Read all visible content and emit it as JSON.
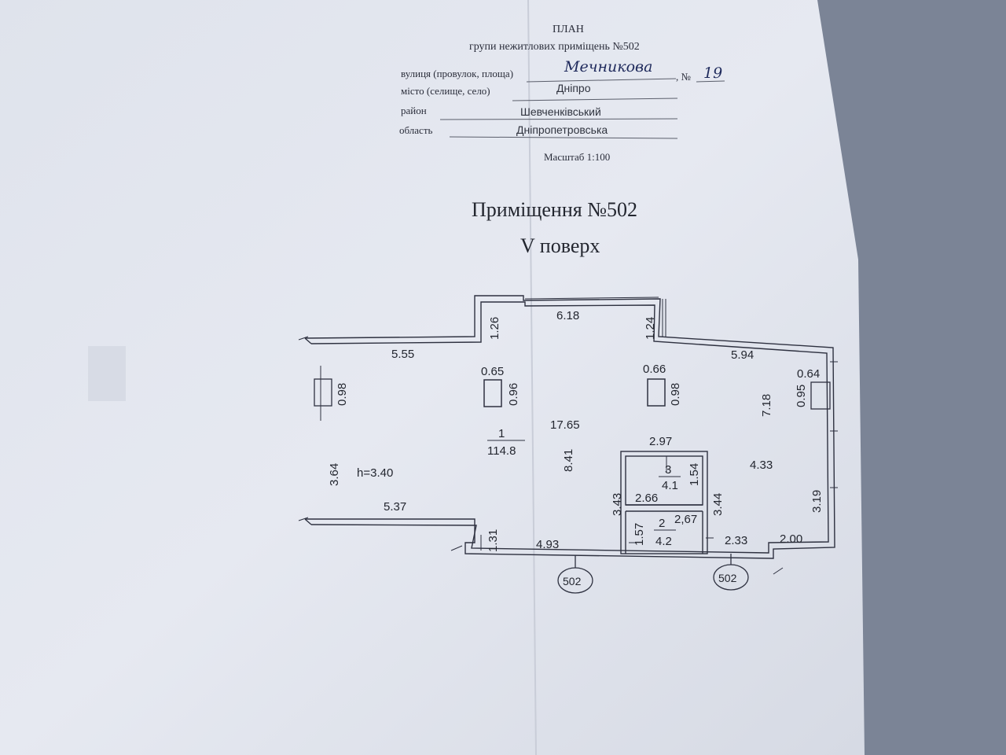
{
  "header": {
    "title": "ПЛАН",
    "subtitle": "групи нежитлових приміщень №502",
    "street_label": "вулиця (провулок, площа)",
    "street_value": "Мечникова",
    "number_label": ", №",
    "number_value": "19",
    "city_label": "місто (селище, село)",
    "city_value": "Дніпро",
    "district_label": "район",
    "district_value": "Шевченківський",
    "region_label": "область",
    "region_value": "Дніпропетровська",
    "scale": "Масштаб 1:100"
  },
  "room_title": "Приміщення №502",
  "floor": "V поверх",
  "plan": {
    "height_label": "h=3.40",
    "room1": {
      "number": "1",
      "area": "114.8"
    },
    "room2": {
      "number": "2",
      "area": "4.2"
    },
    "room3": {
      "number": "3",
      "area": "4.1"
    },
    "dimensions": {
      "left_top_wall": "5.55",
      "bay_depth_left": "1.26",
      "bay_width": "6.18",
      "bay_depth_right": "1.24",
      "right_top_wall": "5.94",
      "left_window_height": "0.98",
      "left_lower_wall": "3.64",
      "notch_wall": "5.37",
      "notch_depth": "1.31",
      "bottom_wall": "4.93",
      "column1_w": "0.65",
      "column1_h": "0.96",
      "column2_w": "0.66",
      "column2_h": "0.98",
      "column3_w": "0.64",
      "column3_h": "0.95",
      "right_upper_wall": "7.18",
      "right_lower_wall": "3.19",
      "center_span": "17.65",
      "center_depth": "8.41",
      "right_room_span": "4.33",
      "room3_width": "2.97",
      "room3_depth": "1.54",
      "partition_width": "2.66",
      "partition_left_depth": "3.43",
      "partition_right_depth": "3.44",
      "room2_width": "2,67",
      "room2_depth": "1.57",
      "bottom_right_1": "2.33",
      "bottom_right_2": "2.00"
    },
    "markers": [
      "502",
      "502"
    ]
  }
}
